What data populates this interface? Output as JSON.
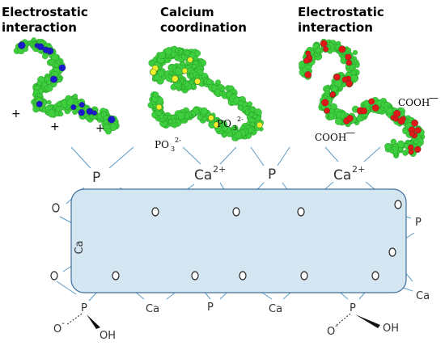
{
  "headers": {
    "left": [
      "Electrostatic",
      "interaction"
    ],
    "middle": [
      "Calcium",
      "coordination"
    ],
    "right": [
      "Electrostatic",
      "interaction"
    ]
  },
  "proteins": {
    "left": {
      "signs": [
        "+",
        "+",
        "+"
      ]
    },
    "middle": {
      "group": "PO",
      "sub": "3",
      "sup": "2-"
    },
    "right": {
      "group": "COOH",
      "dash": "—"
    }
  },
  "surface_labels": {
    "p": "P",
    "ca": "Ca",
    "ca_charge": "2+",
    "o_minus": "O",
    "minus": "-",
    "oh": "OH"
  },
  "colors": {
    "protein_green": "#3ecf3e",
    "positive_blue": "#1a1acc",
    "phosphate_yellow": "#f2ee2a",
    "carboxyl_red": "#e01818",
    "crystal_fill": "#d5e6f3",
    "crystal_stroke": "#3d6f9c",
    "bond_line": "#5b9bc8"
  }
}
